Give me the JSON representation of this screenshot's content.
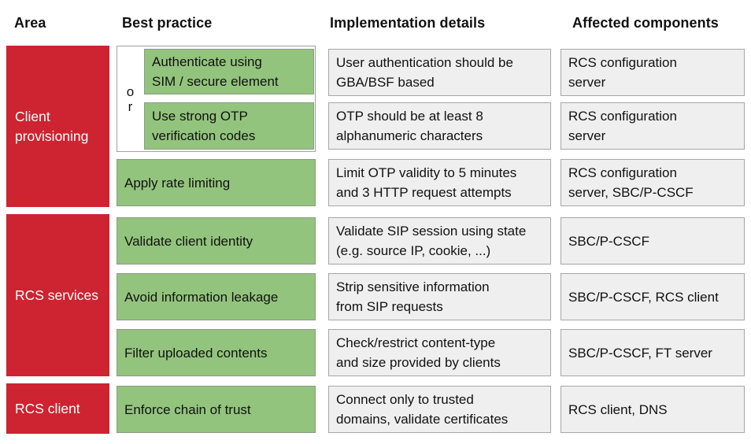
{
  "headers": {
    "area": "Area",
    "best_practice": "Best practice",
    "implementation": "Implementation details",
    "affected": "Affected components"
  },
  "or_label": "or",
  "areas": [
    {
      "label": "Client\nprovisioning"
    },
    {
      "label": "RCS services"
    },
    {
      "label": "RCS client"
    }
  ],
  "rows": [
    {
      "practice": "Authenticate using\nSIM / secure element",
      "details": "User authentication should be\nGBA/BSF based",
      "components": "RCS configuration\nserver"
    },
    {
      "practice": "Use strong OTP\nverification codes",
      "details": "OTP should be at least 8\nalphanumeric characters",
      "components": "RCS configuration\nserver"
    },
    {
      "practice": "Apply rate limiting",
      "details": "Limit OTP validity to 5 minutes\nand 3 HTTP request attempts",
      "components": "RCS configuration\nserver, SBC/P-CSCF"
    },
    {
      "practice": "Validate client identity",
      "details": "Validate SIP session using state\n(e.g. source IP, cookie, ...)",
      "components": "SBC/P-CSCF"
    },
    {
      "practice": "Avoid information leakage",
      "details": "Strip sensitive information\nfrom SIP requests",
      "components": "SBC/P-CSCF, RCS client"
    },
    {
      "practice": "Filter uploaded contents",
      "details": "Check/restrict content-type\nand size provided by clients",
      "components": "SBC/P-CSCF, FT server"
    },
    {
      "practice": "Enforce chain of trust",
      "details": "Connect only to trusted\ndomains, validate certificates",
      "components": "RCS client, DNS"
    }
  ],
  "colors": {
    "area_red": "#ce2330",
    "practice_green": "#93c47d",
    "detail_gray_fill": "#efefef",
    "detail_gray_border": "#a6a6a6",
    "area_text": "#ffffff",
    "body_text": "#111111"
  }
}
